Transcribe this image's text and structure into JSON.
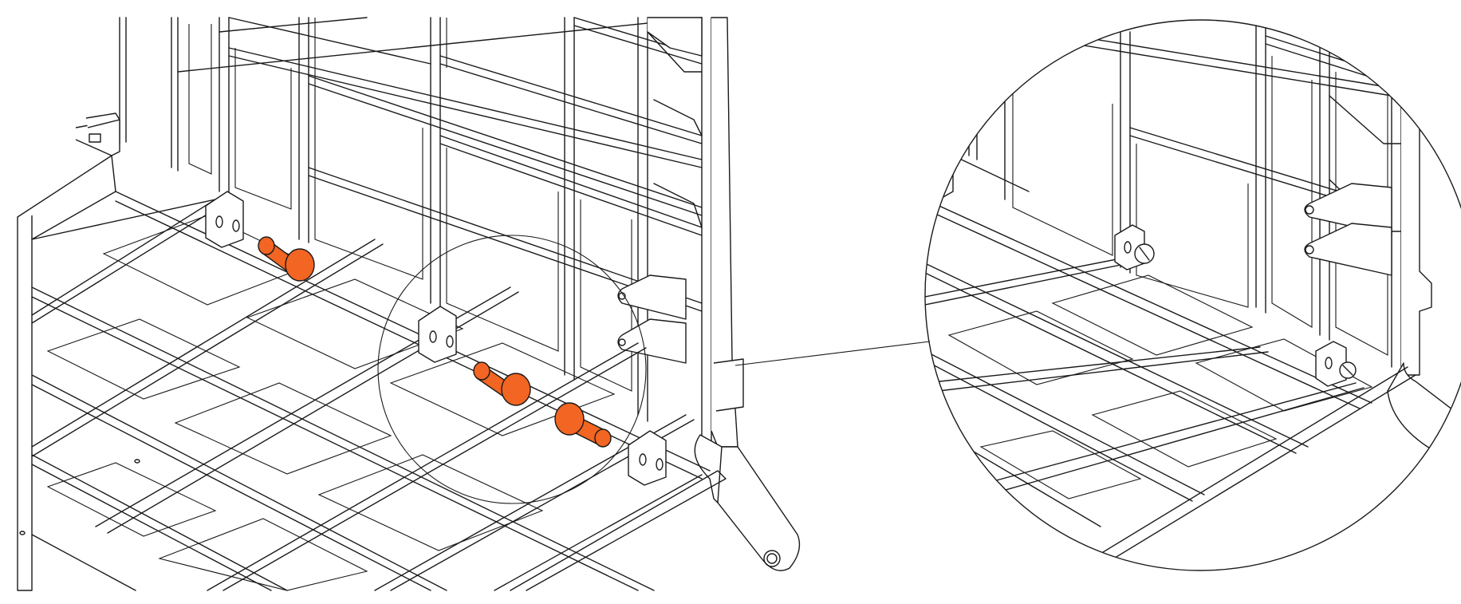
{
  "colors": {
    "line": "#1a1a1a",
    "pin_fill": "#f26522",
    "pin_stroke": "#1a1a1a",
    "background": "#ffffff"
  },
  "parts": {
    "pins": [
      {
        "id": "pin-1"
      },
      {
        "id": "pin-2"
      },
      {
        "id": "pin-3"
      }
    ]
  }
}
